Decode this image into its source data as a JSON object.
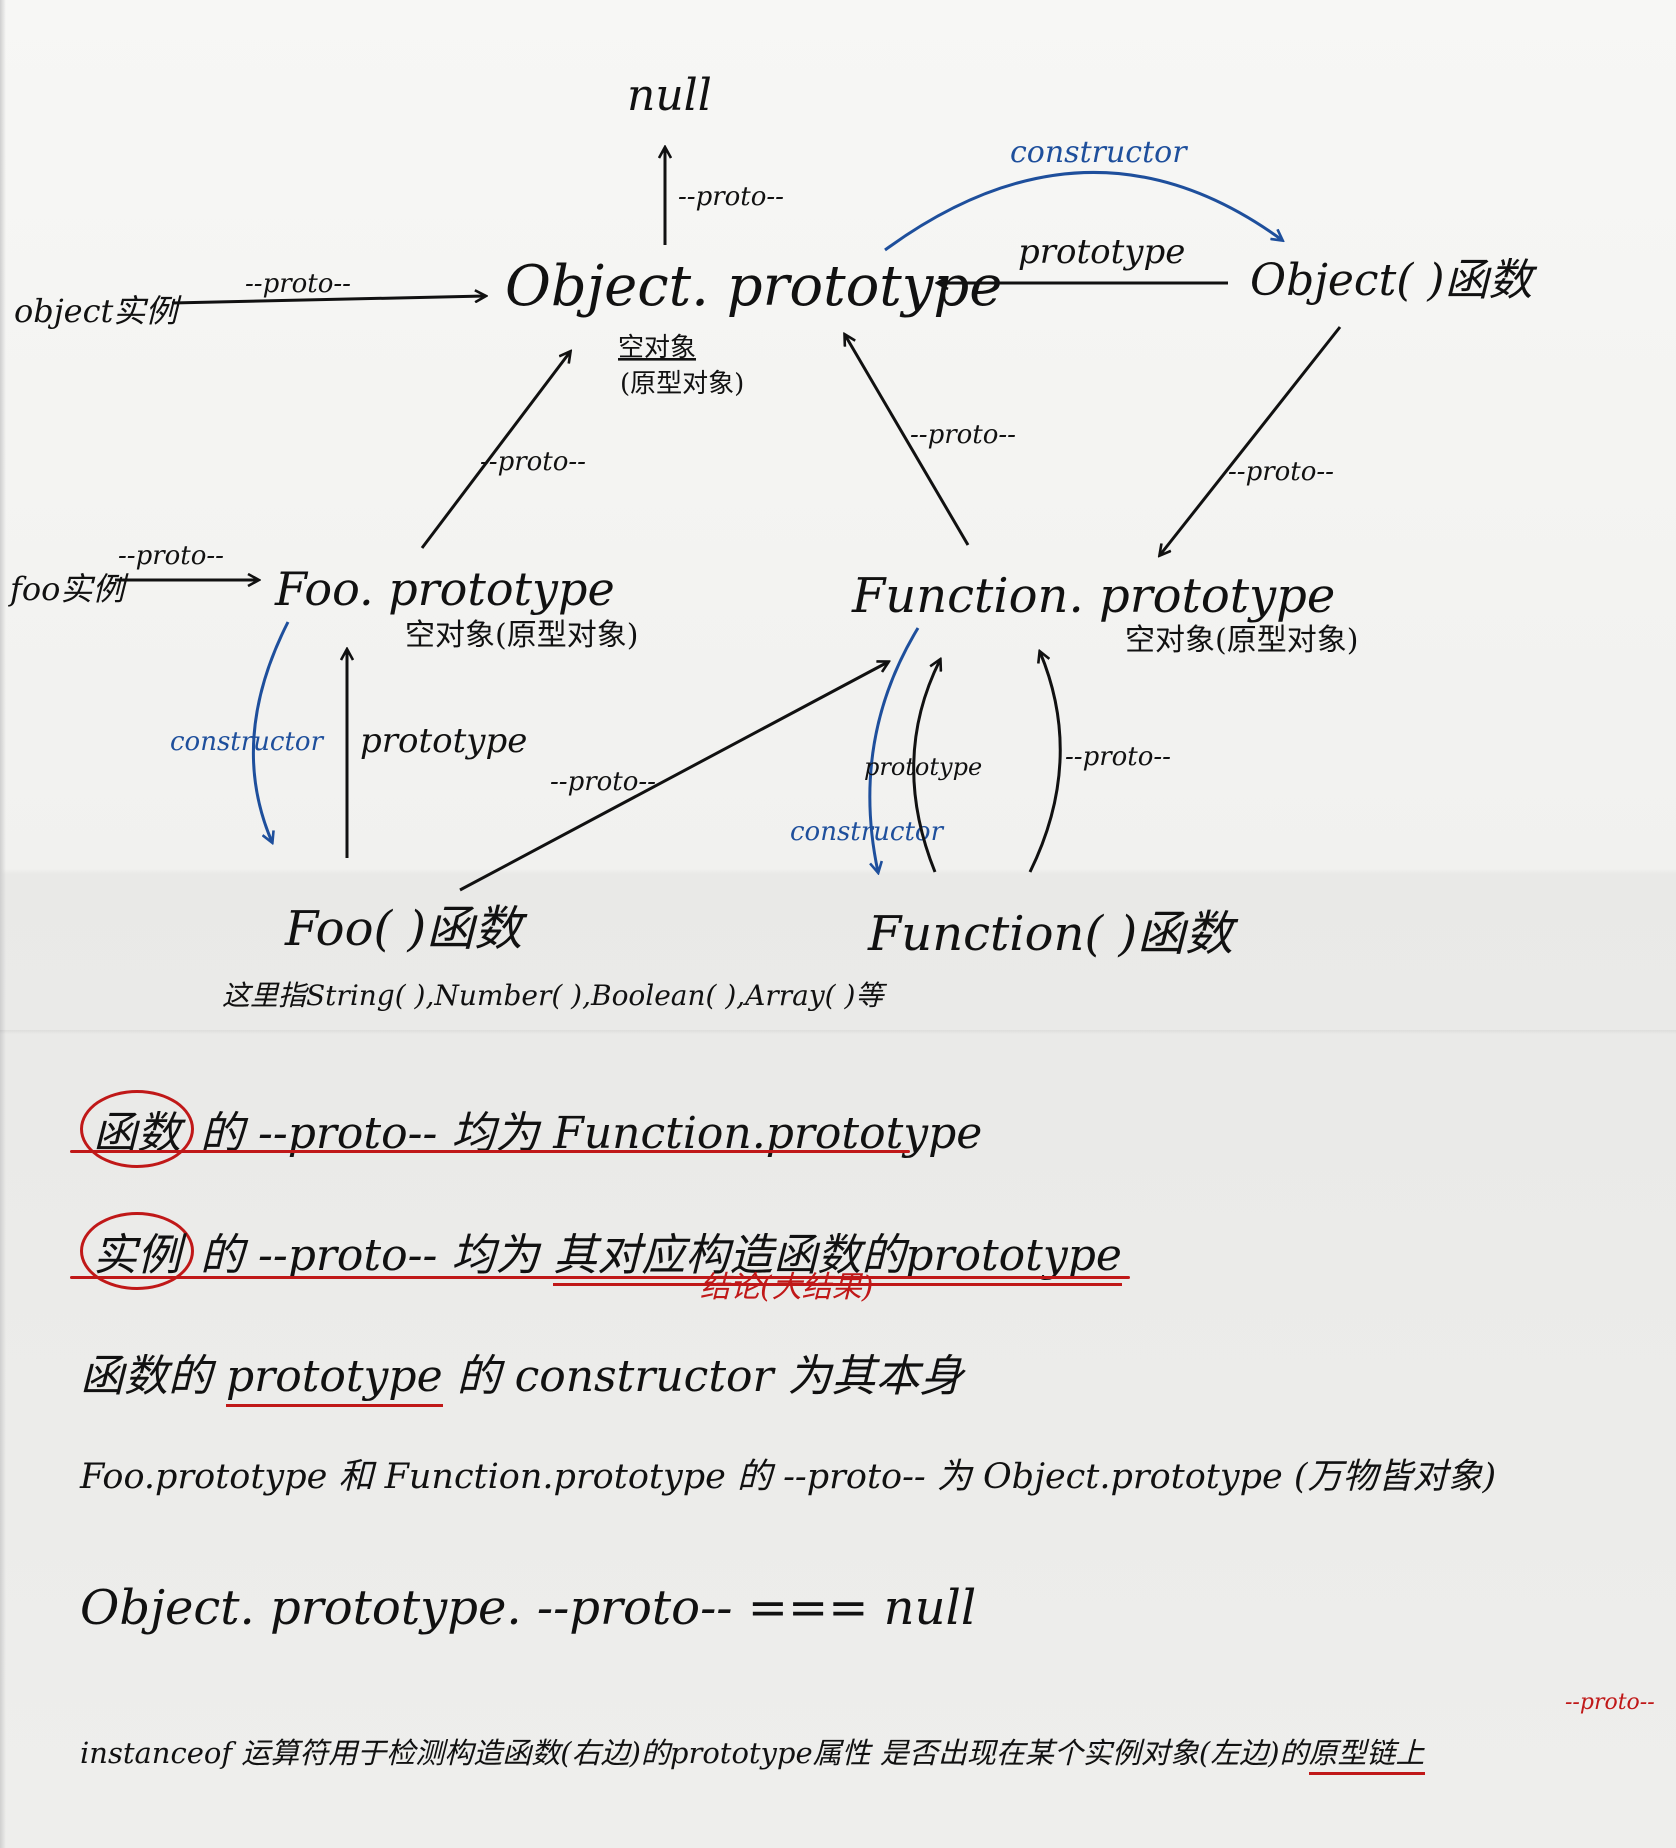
{
  "nodes": {
    "null": "null",
    "object_prototype": "Object. prototype",
    "object_prototype_note": "空对象",
    "object_prototype_note2": "(原型对象)",
    "object_ctor": "Object( )函数",
    "object_instance": "object实例",
    "foo_instance": "foo实例",
    "foo_prototype": "Foo. prototype",
    "foo_prototype_note": "空对象(原型对象)",
    "function_prototype": "Function. prototype",
    "function_prototype_note": "空对象(原型对象)",
    "foo_ctor": "Foo( )函数",
    "foo_ctor_note": "这里指String( ),Number( ),Boolean( ),Array( )等",
    "function_ctor": "Function( )函数"
  },
  "edges": {
    "proto": "--proto--",
    "prototype": "prototype",
    "constructor": "constructor"
  },
  "notes": [
    {
      "ring": "函数",
      "rest": "的 --proto-- 均为 Function.prototype"
    },
    {
      "ring": "实例",
      "rest_a": "的 --proto-- 均为 ",
      "rest_b": "其对应构造函数的prototype",
      "annotation": "结论(大结果)"
    },
    {
      "pre": "函数的 ",
      "u": "prototype",
      "post": " 的 constructor 为其本身"
    },
    {
      "text": "Foo.prototype 和 Function.prototype 的 --proto-- 为 Object.prototype (万物皆对象)"
    },
    {
      "text": "Object. prototype. --proto-- === null"
    },
    {
      "pre": "instanceof 运算符用于检测构造函数(右边)的prototype属性 是否出现在某个实例对象(左边)的",
      "tail": "原型链上",
      "tail_annot": "--proto--"
    }
  ],
  "colors": {
    "ink": "#111111",
    "blue_ink": "#1e4f9c",
    "red_ink": "#c01818"
  }
}
